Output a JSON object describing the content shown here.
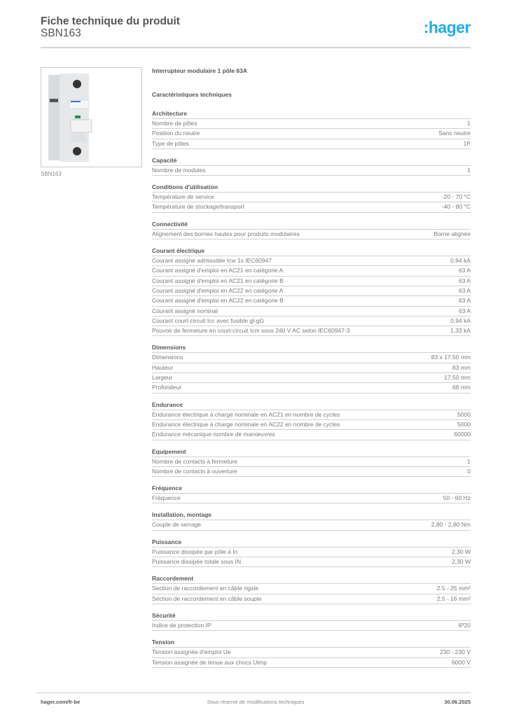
{
  "header": {
    "title": "Fiche technique du produit",
    "code": "SBN163",
    "logo": ":hager",
    "logo_color": "#1eaee6"
  },
  "product": {
    "image_icon": "modular-switch-image",
    "image_caption": "SBN163",
    "name": "Interrupteur modulaire 1 pôle 63A",
    "spec_title": "Caractéristiques techniques"
  },
  "groups": [
    {
      "title": "Architecture",
      "rows": [
        {
          "label": "Nombre de pôles",
          "value": "1"
        },
        {
          "label": "Position du neutre",
          "value": "Sans neutre"
        },
        {
          "label": "Type de pôles",
          "value": "1P"
        }
      ]
    },
    {
      "title": "Capacité",
      "rows": [
        {
          "label": "Nombre de modules",
          "value": "1"
        }
      ]
    },
    {
      "title": "Conditions d'utilisation",
      "rows": [
        {
          "label": "Température de service",
          "value": "-20 - 70 °C"
        },
        {
          "label": "Température de stockage/transport",
          "value": "-40 - 80 °C"
        }
      ]
    },
    {
      "title": "Connectivité",
      "rows": [
        {
          "label": "Alignement des bornes hautes pour produits modulaires",
          "value": "Borne alignée"
        }
      ]
    },
    {
      "title": "Courant électrique",
      "rows": [
        {
          "label": "Courant assigné admissible Icw 1s IEC60947",
          "value": "0,94 kA"
        },
        {
          "label": "Courant assigné d'emploi en AC21 en catégorie A",
          "value": "63 A"
        },
        {
          "label": "Courant assigné d'emploi en AC21 en catégorie B",
          "value": "63 A"
        },
        {
          "label": "Courant assigné d'emploi en AC22 en catégorie A",
          "value": "63 A"
        },
        {
          "label": "Courant assigné d'emploi en AC22 en catégorie B",
          "value": "63 A"
        },
        {
          "label": "Courant assigné nominal",
          "value": "63 A"
        },
        {
          "label": "Courant court-circuit Icc avec fusible gl-gG",
          "value": "0,94 kA"
        },
        {
          "label": "Pouvoir de fermeture en court-circuit Icm sous 240 V AC selon IEC60947-3",
          "value": "1,33 kA"
        }
      ]
    },
    {
      "title": "Dimensions",
      "rows": [
        {
          "label": "Dimensions",
          "value": "83 x 17.50 mm"
        },
        {
          "label": "Hauteur",
          "value": "83 mm"
        },
        {
          "label": "Largeur",
          "value": "17,50 mm"
        },
        {
          "label": "Profondeur",
          "value": "68 mm"
        }
      ]
    },
    {
      "title": "Endurance",
      "rows": [
        {
          "label": "Endurance électrique à charge nominale en AC21 en nombre de cycles",
          "value": "5000"
        },
        {
          "label": "Endurance électrique à charge nominale en AC22 en nombre de cycles",
          "value": "5000"
        },
        {
          "label": "Endurance mécanique nombre de manœuvres",
          "value": "60000"
        }
      ]
    },
    {
      "title": "Equipement",
      "rows": [
        {
          "label": "Nombre de contacts à fermeture",
          "value": "1"
        },
        {
          "label": "Nombre de contacts à ouverture",
          "value": "0"
        }
      ]
    },
    {
      "title": "Fréquence",
      "rows": [
        {
          "label": "Fréquence",
          "value": "50 - 60 Hz"
        }
      ]
    },
    {
      "title": "Installation, montage",
      "rows": [
        {
          "label": "Couple de serrage",
          "value": "2,80 - 2,80 Nm"
        }
      ]
    },
    {
      "title": "Puissance",
      "rows": [
        {
          "label": "Puissance dissipée par pôle à In",
          "value": "2,30 W"
        },
        {
          "label": "Puissance dissipée totale sous IN",
          "value": "2,30 W"
        }
      ]
    },
    {
      "title": "Raccordement",
      "rows": [
        {
          "label": "Section de raccordement en câble rigide",
          "value": "2.5 - 25 mm²"
        },
        {
          "label": "Section de raccordement en câble souple",
          "value": "2.5 - 16 mm²"
        }
      ]
    },
    {
      "title": "Sécurité",
      "rows": [
        {
          "label": "Indice de protection IP",
          "value": "IP20"
        }
      ]
    },
    {
      "title": "Tension",
      "rows": [
        {
          "label": "Tension assignée d'emploi Ue",
          "value": "230 - 230 V"
        },
        {
          "label": "Tension assignée de tenue aux chocs Uimp",
          "value": "6000 V"
        }
      ]
    }
  ],
  "footer": {
    "website": "hager.com/fr-be",
    "disclaimer": "Sous réserve de modifications techniques",
    "date": "30.06.2025"
  }
}
